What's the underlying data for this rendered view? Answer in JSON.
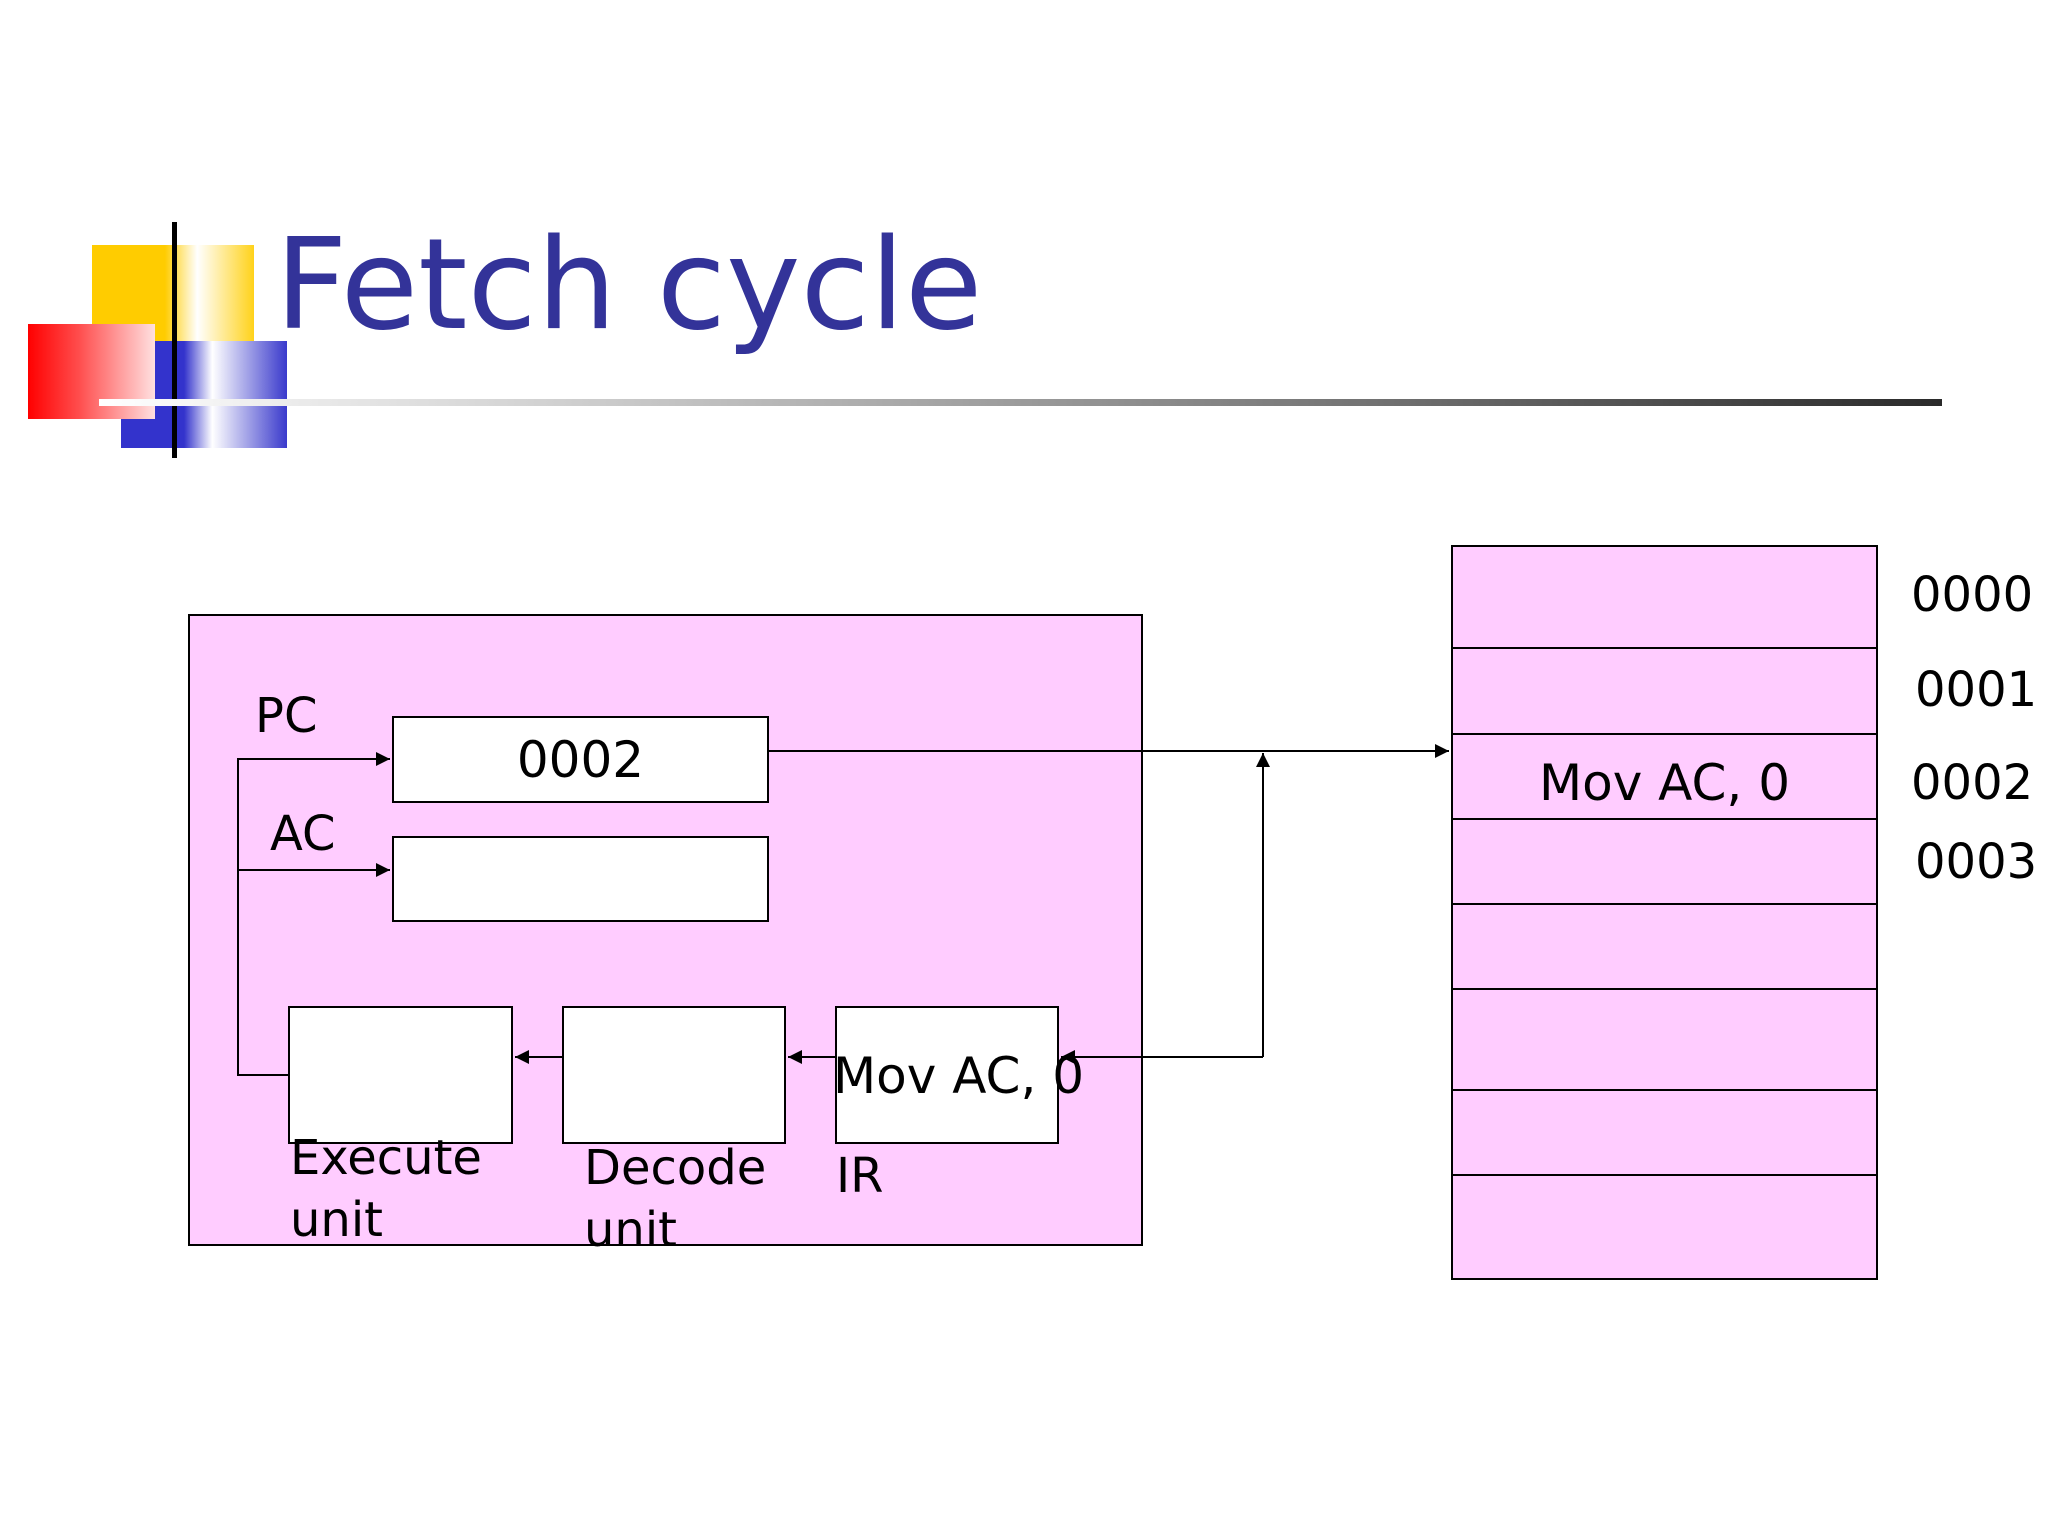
{
  "slide": {
    "title": "Fetch cycle"
  },
  "cpu": {
    "pc_label": "PC",
    "pc_value": "0002",
    "ac_label": "AC",
    "ac_value": "",
    "ir_value": "Mov AC, 0",
    "ir_label": "IR",
    "execute_label_1": "Execute",
    "execute_label_2": "unit",
    "decode_label_1": "Decode",
    "decode_label_2": "unit"
  },
  "memory": {
    "cells": [
      "",
      "",
      "Mov AC, 0",
      "",
      "",
      "",
      "",
      ""
    ],
    "addresses": [
      "0000",
      "0001",
      "0002",
      "0003"
    ]
  },
  "colors": {
    "title": "#333399",
    "box_fill": "#ffccff",
    "register_fill": "#ffffff"
  }
}
